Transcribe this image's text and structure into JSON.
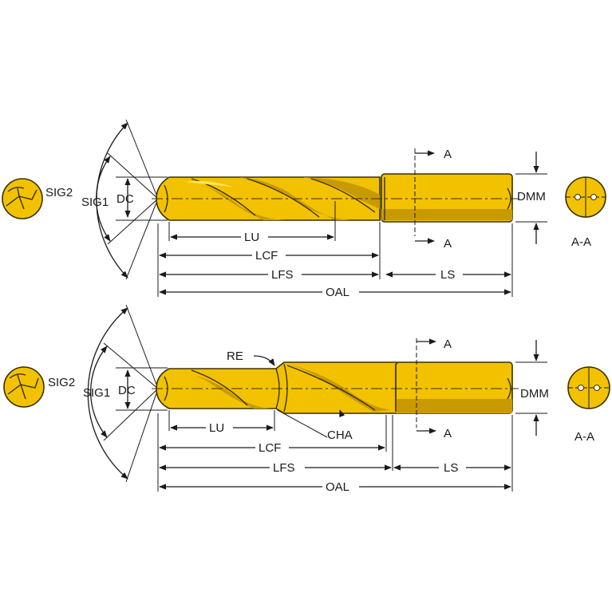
{
  "colors": {
    "tool_yellow": "#f2c200",
    "tool_shadow": "#c99a00",
    "outline": "#3a3000",
    "line": "#1a1a1a"
  },
  "top_drill": {
    "labels": {
      "sig2": "SIG2",
      "sig1": "SIG1",
      "dc": "DC",
      "dmm": "DMM",
      "lu": "LU",
      "lcf": "LCF",
      "lfs": "LFS",
      "ls": "LS",
      "oal": "OAL",
      "section_a_top": "A",
      "section_a_bottom": "A",
      "section_view": "A-A"
    }
  },
  "bottom_drill": {
    "labels": {
      "sig2": "SIG2",
      "sig1": "SIG1",
      "dc": "DC",
      "dmm": "DMM",
      "re": "RE",
      "cha": "CHA",
      "lu": "LU",
      "lcf": "LCF",
      "lfs": "LFS",
      "ls": "LS",
      "oal": "OAL",
      "section_a_top": "A",
      "section_a_bottom": "A",
      "section_view": "A-A"
    }
  }
}
